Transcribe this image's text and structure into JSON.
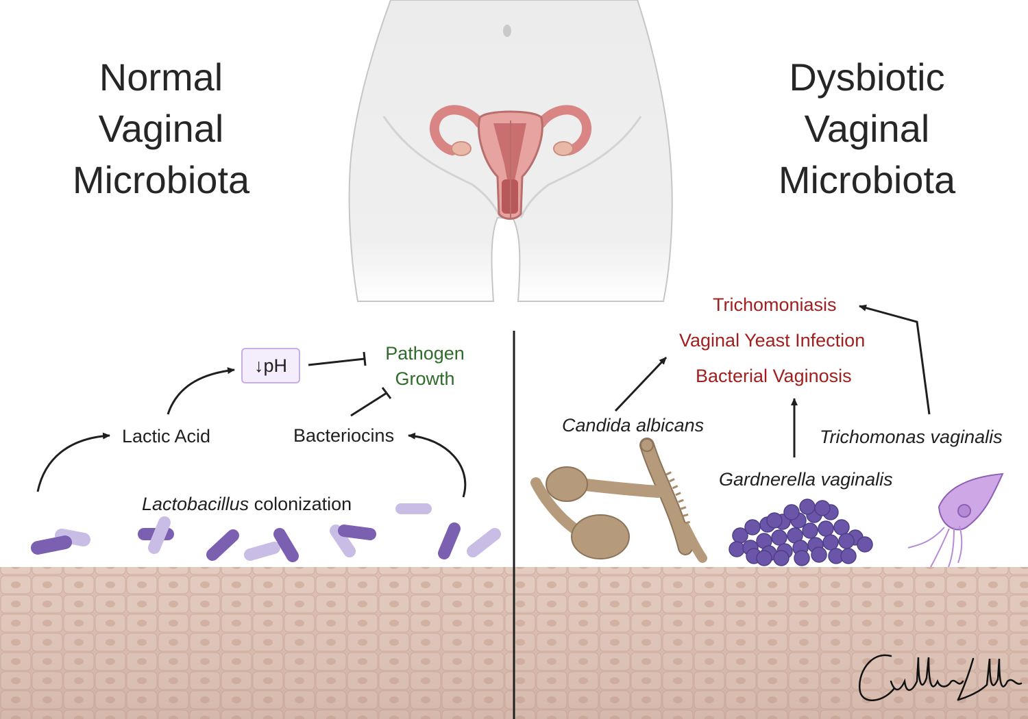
{
  "titles": {
    "normal": [
      "Normal",
      "Vaginal",
      "Microbiota"
    ],
    "dysbiotic": [
      "Dysbiotic",
      "Vaginal",
      "Microbiota"
    ]
  },
  "normal_side": {
    "ph_label": "↓pH",
    "pathogen_growth": [
      "Pathogen",
      "Growth"
    ],
    "lactic_acid": "Lactic Acid",
    "bacteriocins": "Bacteriocins",
    "colonization_italic": "Lactobacillus",
    "colonization_rest": " colonization"
  },
  "dysbiotic_side": {
    "conditions": [
      "Trichomoniasis",
      "Vaginal Yeast Infection",
      "Bacterial Vaginosis"
    ],
    "organisms": {
      "candida": "Candida albicans",
      "gardnerella": "Gardnerella vaginalis",
      "trichomonas": "Trichomonas vaginalis"
    }
  },
  "signature": "Cullen Lilley",
  "colors": {
    "title_text": "#262626",
    "pathogen_text": "#2f6b2a",
    "condition_text": "#a02020",
    "lactobacillus_dark": "#7b5fb0",
    "lactobacillus_light": "#c9bde6",
    "tissue": "#dcc0b3",
    "candida": "#b59b7c",
    "gardnerella": "#6a55a8",
    "trichomonas": "#b58ad6",
    "uterus": "#e19a98"
  }
}
